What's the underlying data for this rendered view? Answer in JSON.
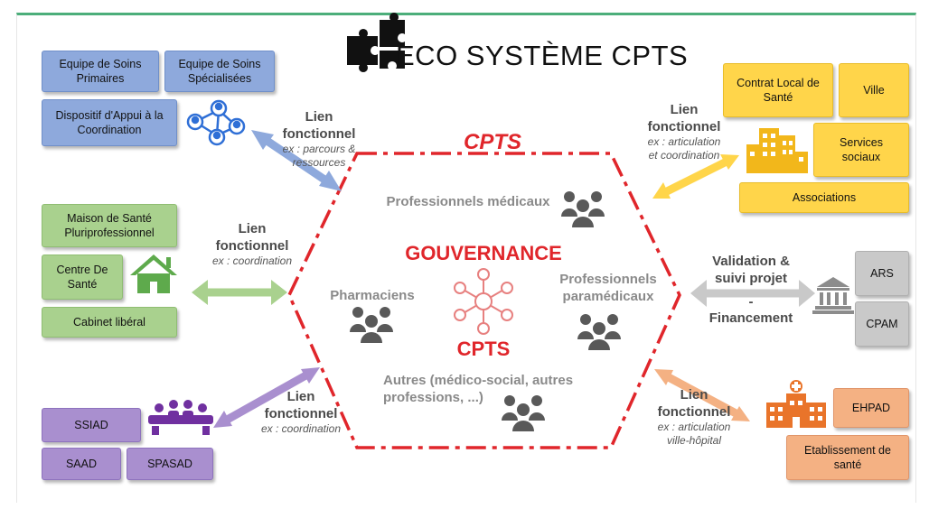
{
  "title": "ECO SYSTÈME CPTS",
  "hexagon": {
    "label_top": "CPTS",
    "gouvernance": "GOUVERNANCE",
    "cpts_center": "CPTS",
    "medicaux": "Professionnels médicaux",
    "pharmaciens": "Pharmaciens",
    "paramedicaux_1": "Professionnels",
    "paramedicaux_2": "paramédicaux",
    "autres_1": "Autres (médico-social, autres",
    "autres_2": "professions, ...)"
  },
  "top_left": {
    "equipe_primaires_1": "Equipe de Soins",
    "equipe_primaires_2": "Primaires",
    "equipe_specialisees_1": "Equipe de Soins",
    "equipe_specialisees_2": "Spécialisées",
    "dispositif_1": "Dispositif d'Appui à la",
    "dispositif_2": "Coordination",
    "link_b1": "Lien",
    "link_b2": "fonctionnel",
    "link_i1": "ex : parcours &",
    "link_i2": "ressources"
  },
  "mid_left": {
    "maison_1": "Maison de Santé",
    "maison_2": "Pluriprofessionnel",
    "centre_1": "Centre De",
    "centre_2": "Santé",
    "cabinet": "Cabinet libéral",
    "link_b1": "Lien",
    "link_b2": "fonctionnel",
    "link_i1": "ex : coordination"
  },
  "bottom_left": {
    "ssiad": "SSIAD",
    "saad": "SAAD",
    "spasad": "SPASAD",
    "link_b1": "Lien",
    "link_b2": "fonctionnel",
    "link_i1": "ex : coordination"
  },
  "top_right": {
    "contrat_1": "Contrat Local de",
    "contrat_2": "Santé",
    "ville": "Ville",
    "services_1": "Services",
    "services_2": "sociaux",
    "associations": "Associations",
    "link_b1": "Lien",
    "link_b2": "fonctionnel",
    "link_i1": "ex : articulation",
    "link_i2": "et coordination"
  },
  "mid_right": {
    "ars": "ARS",
    "cpam": "CPAM",
    "validation_1": "Validation &",
    "validation_2": "suivi projet",
    "dash": "-",
    "financement": "Financement"
  },
  "bottom_right": {
    "ehpad": "EHPAD",
    "etab_1": "Etablissement de",
    "etab_2": "santé",
    "link_b1": "Lien",
    "link_b2": "fonctionnel",
    "link_i1": "ex : articulation",
    "link_i2": "ville-hôpital"
  },
  "icons": [
    "puzzle-icon",
    "network-icon",
    "house-icon",
    "meeting-icon",
    "city-buildings-icon",
    "government-building-icon",
    "hospital-icon",
    "people-group-icon",
    "gouvernance-network-icon"
  ],
  "colors": {
    "blue": "#8ea9dc",
    "green": "#a9d18e",
    "purple": "#a98fcf",
    "yellow": "#ffd54a",
    "gray": "#c9c9c9",
    "orange": "#f4b183",
    "red": "#e0262b"
  }
}
